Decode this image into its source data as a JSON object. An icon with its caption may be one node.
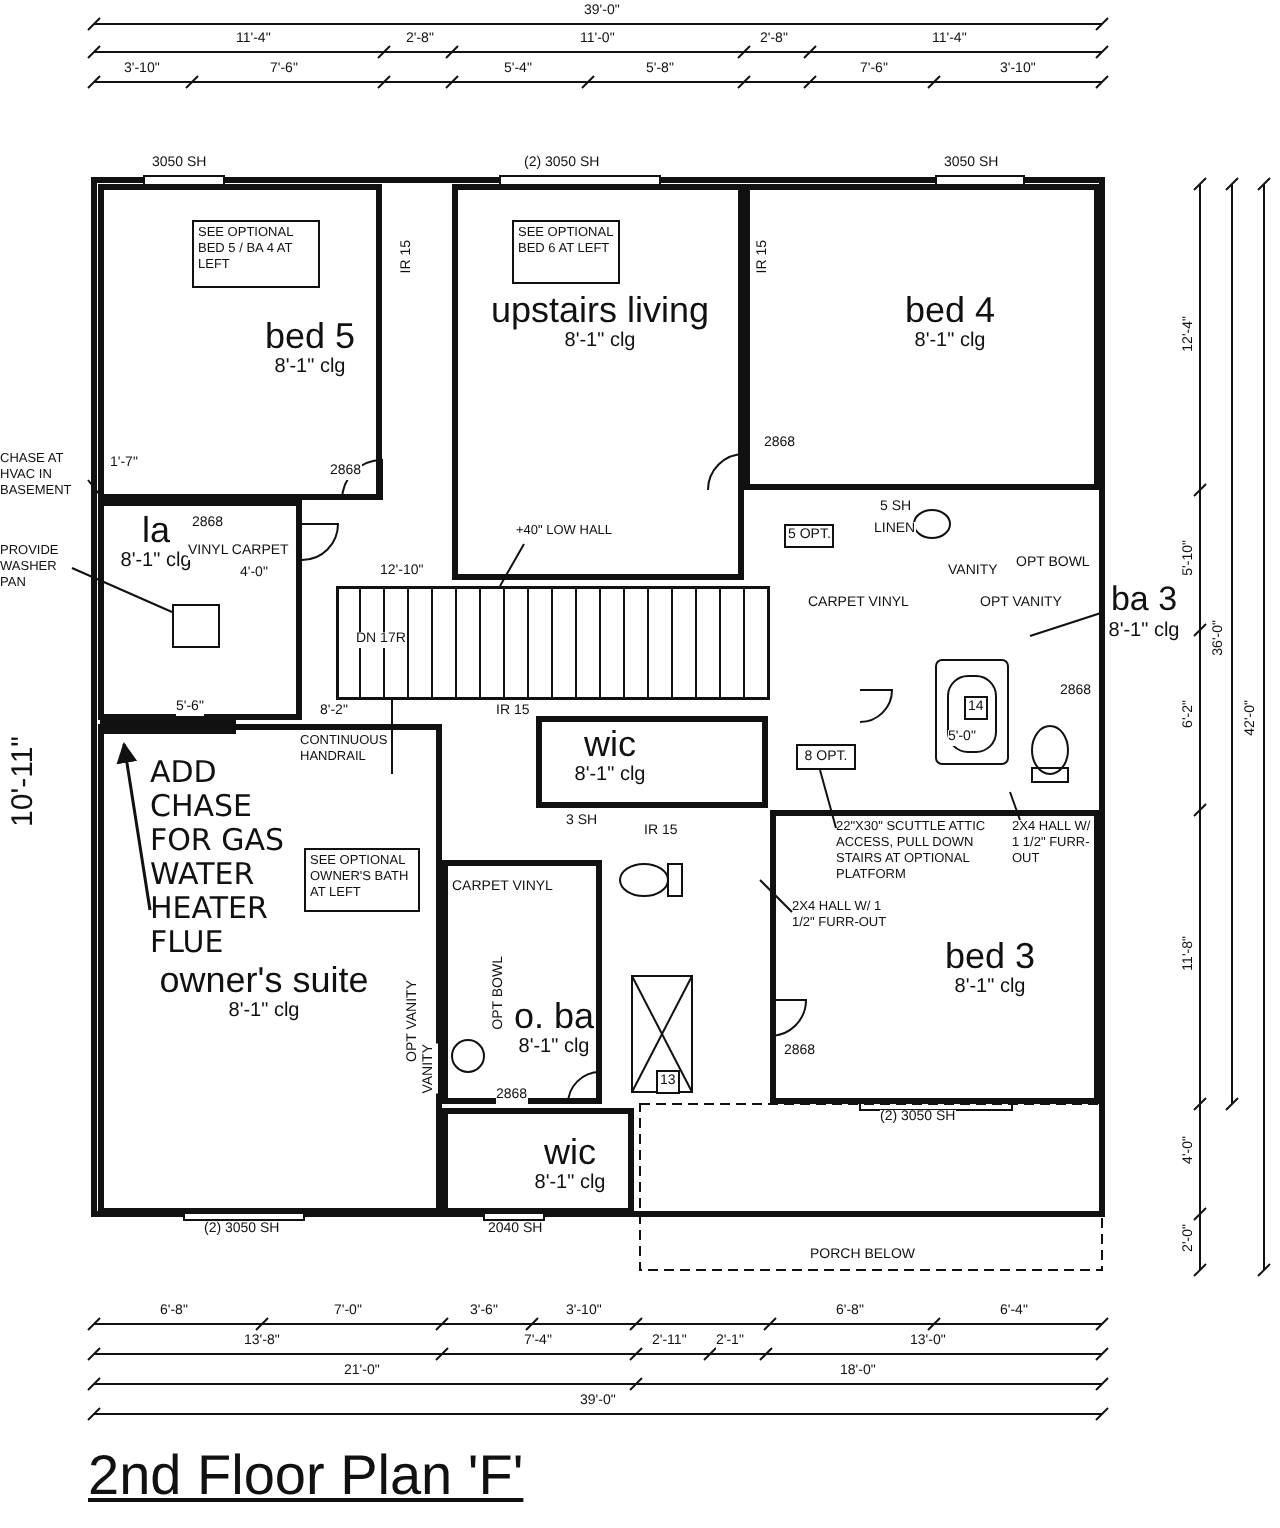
{
  "diagram": {
    "title": "2nd Floor Plan 'F'",
    "nodes": [
      {
        "text": [
          "bed 5",
          "8'-1\" clg"
        ]
      },
      {
        "text": [
          "SEE OPTIONAL BED 5 / BA 4 AT LEFT"
        ],
        "in": 0
      },
      {
        "text": [
          "upstairs living",
          "8'-1\" clg"
        ]
      },
      {
        "text": [
          "SEE OPTIONAL BED 6 AT LEFT"
        ],
        "in": 2
      },
      {
        "text": [
          "bed 4",
          "8'-1\" clg"
        ]
      },
      {
        "text": [
          "la",
          "8'-1\" clg"
        ]
      },
      {
        "text": [
          "ba 3",
          "8'-1\" clg"
        ]
      },
      {
        "text": [
          "wic",
          "8'-1\" clg"
        ]
      },
      {
        "text": [
          "owner's suite",
          "8'-1\" clg"
        ]
      },
      {
        "text": [
          "SEE OPTIONAL OWNER'S BATH AT LEFT"
        ],
        "in": 8
      },
      {
        "text": [
          "o. ba",
          "8'-1\" clg"
        ]
      },
      {
        "text": [
          "bed 3",
          "8'-1\" clg"
        ]
      },
      {
        "text": [
          "wic",
          "8'-1\" clg"
        ]
      },
      {
        "text": [
          "CHASE AT HVAC IN BASEMENT"
        ]
      },
      {
        "text": [
          "PROVIDE WASHER PAN"
        ]
      },
      {
        "text": [],
        "shape": "box",
        "in": 5
      },
      {
        "text": [
          "+40\" LOW HALL"
        ],
        "in": 2
      },
      {
        "text": [
          "CONTINUOUS HANDRAIL"
        ],
        "in": 8
      },
      {
        "text": [
          "ADD CHASE FOR GAS WATER HEATER FLUE"
        ],
        "in": 8
      },
      {
        "text": [
          "22\"X30\" SCUTTLE ATTIC ACCESS, PULL DOWN STAIRS AT OPTIONAL PLATFORM"
        ],
        "in": 11
      },
      {
        "text": [
          "2X4 HALL W/ 1 1/2\" FURR-OUT"
        ],
        "in": 11
      },
      {
        "text": [
          "2X4 HALL W/ 1 1/2\" FURR-OUT"
        ],
        "in": 11
      },
      {
        "text": [
          "8 OPT."
        ]
      },
      {
        "text": [],
        "shape": "picture"
      }
    ],
    "edges": [
      {
        "from": 13,
        "to": 5,
        "arrow": "none"
      },
      {
        "from": 14,
        "to": 15,
        "arrow": "none"
      },
      {
        "from": 16,
        "to": 23,
        "arrow": "none"
      },
      {
        "from": 17,
        "to": 23,
        "arrow": "none"
      },
      {
        "from": 18,
        "to": null,
        "arrow": "to"
      },
      {
        "from": 19,
        "to": 22,
        "arrow": "none"
      },
      {
        "from": 20,
        "to": null,
        "arrow": "none"
      },
      {
        "from": 21,
        "to": null,
        "arrow": "none"
      },
      {
        "from": 6,
        "to": null,
        "arrow": "none"
      }
    ],
    "labels": [
      "39'-0\"",
      "11'-4\"",
      "2'-8\"",
      "11'-0\"",
      "2'-8\"",
      "11'-4\"",
      "3'-10\"",
      "7'-6\"",
      "5'-4\"",
      "5'-8\"",
      "7'-6\"",
      "3'-10\"",
      "3050 SH",
      "(2) 3050 SH",
      "3050 SH",
      "(2) 3050 SH",
      "2040 SH",
      "(2) 3050 SH",
      "PORCH BELOW",
      "6'-8\"",
      "7'-0\"",
      "3'-6\"",
      "3'-10\"",
      "6'-8\"",
      "6'-4\"",
      "13'-8\"",
      "7'-4\"",
      "2'-11\"",
      "2'-1\"",
      "13'-0\"",
      "21'-0\"",
      "18'-0\"",
      "39'-0\"",
      "12'-4\"",
      "5'-10\"",
      "6'-2\"",
      "11'-8\"",
      "4'-0\"",
      "2'-0\"",
      "36'-0\"",
      "42'-0\"",
      "10'-11\"",
      "1'-7\"",
      "4'-0\"",
      "12'-10\"",
      "5'-6\"",
      "8'-2\"",
      "DN 17R",
      "VINYL CARPET",
      "CARPET VINYL",
      "5 SH",
      "LINEN",
      "VANITY",
      "OPT BOWL",
      "OPT VANITY",
      "14",
      "5'-0\"",
      "CARPET VINYL",
      "OPT VANITY",
      "VANITY",
      "OPT BOWL",
      "13",
      "5 OPT.",
      "3 SH",
      "2868",
      "2868",
      "2868",
      "2868",
      "2868",
      "2868",
      "IR 15",
      "IR 15",
      "IR 15",
      "IR 15"
    ]
  }
}
